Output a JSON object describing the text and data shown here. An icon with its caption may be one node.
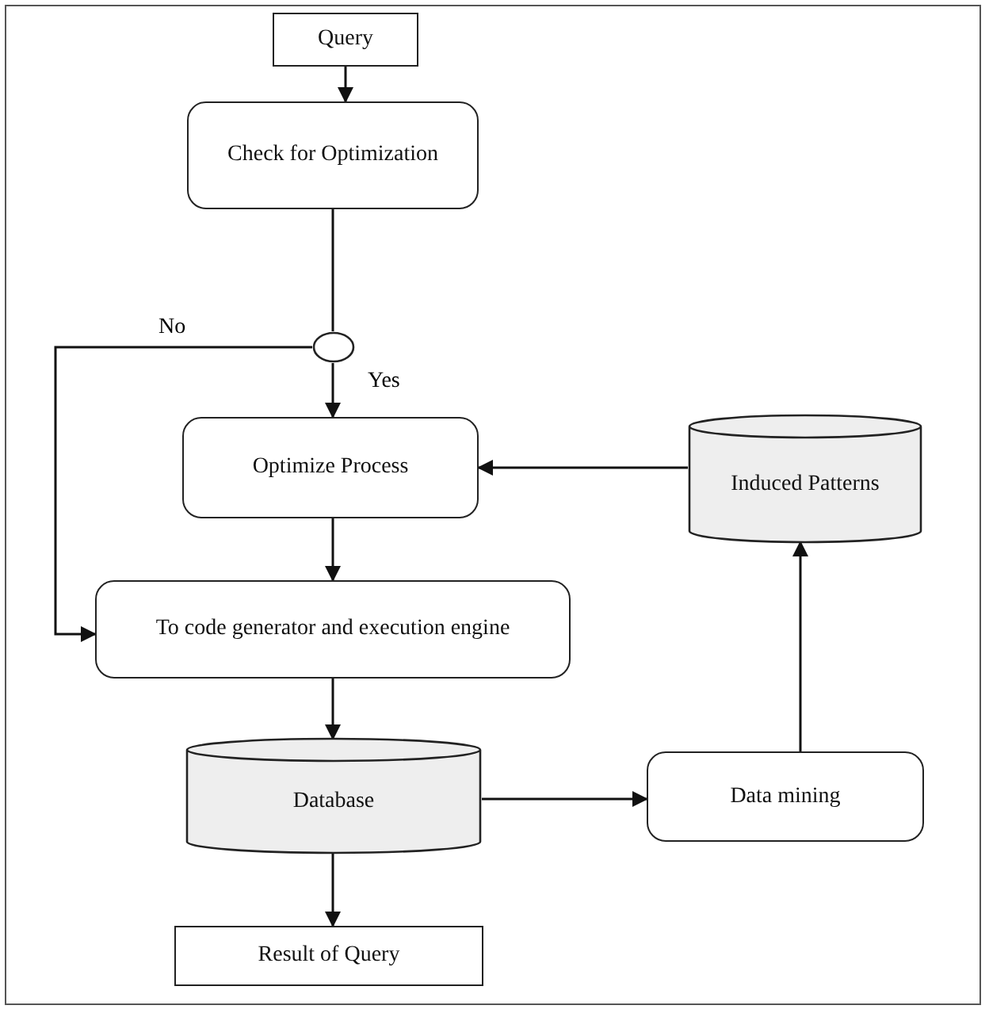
{
  "diagram": {
    "nodes": [
      {
        "text": [
          "Query"
        ]
      },
      {
        "text": [
          "Check for Optimization"
        ]
      },
      {
        "text": [],
        "shape": "circle"
      },
      {
        "text": [
          "Optimize Process"
        ]
      },
      {
        "text": [
          "Induced Patterns"
        ]
      },
      {
        "text": [
          "To code generator and execution engine"
        ]
      },
      {
        "text": [
          "Database"
        ]
      },
      {
        "text": [
          "Data mining"
        ]
      },
      {
        "text": [
          "Result of Query"
        ]
      }
    ],
    "edges": [
      {
        "from": 0,
        "to": 1,
        "arrow": "to"
      },
      {
        "from": 1,
        "to": 2,
        "arrow": "none"
      },
      {
        "from": 2,
        "to": 3,
        "arrow": "to",
        "label": "Yes"
      },
      {
        "from": 2,
        "to": 5,
        "arrow": "to",
        "label": "No"
      },
      {
        "from": 3,
        "to": 5,
        "arrow": "to"
      },
      {
        "from": 5,
        "to": 6,
        "arrow": "to"
      },
      {
        "from": 6,
        "to": 8,
        "arrow": "to"
      },
      {
        "from": 6,
        "to": 7,
        "arrow": "to"
      },
      {
        "from": 7,
        "to": 4,
        "arrow": "to"
      },
      {
        "from": 4,
        "to": 3,
        "arrow": "to"
      }
    ]
  }
}
